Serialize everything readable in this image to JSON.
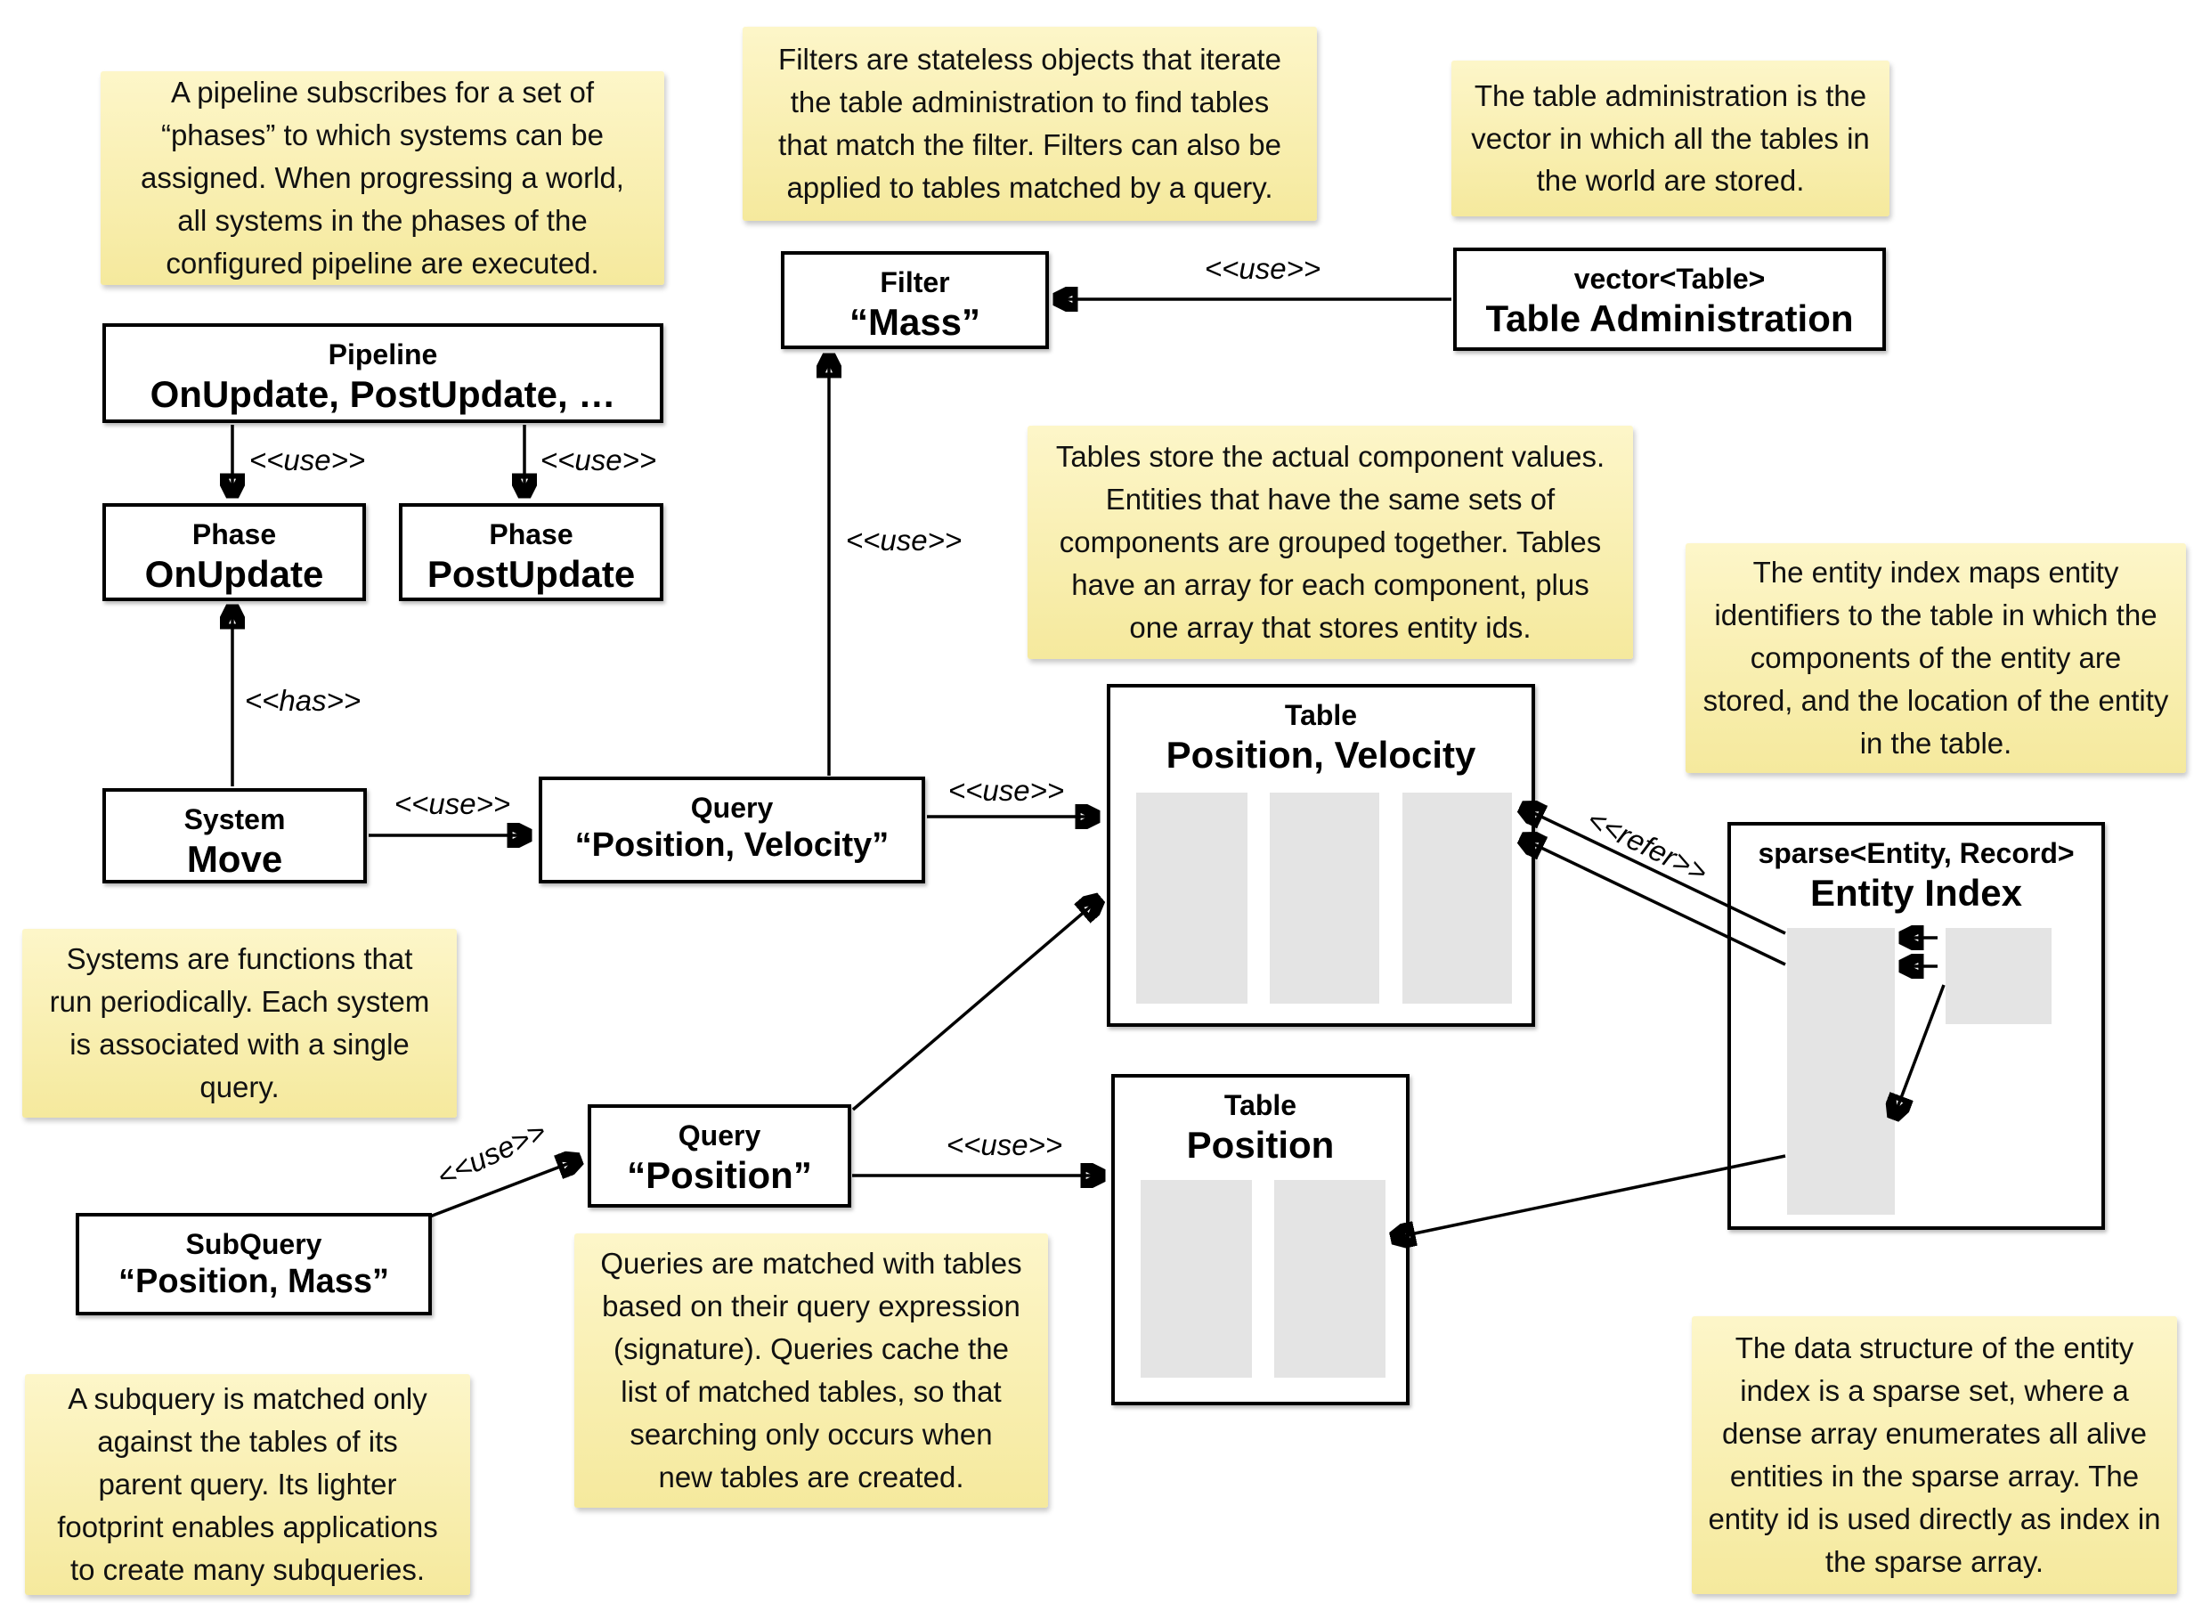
{
  "colors": {
    "background": "#ffffff",
    "note_bg_top": "#fdf6c9",
    "note_bg_bottom": "#f5e99d",
    "box_border": "#000000",
    "array_bar_fill": "#e4e4e4"
  },
  "notes": {
    "pipeline": "A pipeline subscribes for a set of\n“phases” to which systems can be\nassigned. When progressing a world,\nall systems in the phases of the\nconfigured pipeline are executed.",
    "filters": "Filters are stateless objects that iterate\nthe table administration to find tables\nthat match the filter. Filters can also be\napplied to tables matched by a query.",
    "table_admin": "The table administration is the\nvector in which all the tables in\nthe world are stored.",
    "tables": "Tables store the actual component values.\nEntities that have the same sets of\ncomponents are grouped together. Tables\nhave an array for each component, plus\none array that stores entity ids.",
    "entity_index": "The entity index maps entity\nidentifiers to the table in which the\ncomponents of the entity are\nstored, and the location of the entity\nin the table.",
    "systems": "Systems are functions that\nrun periodically. Each system\nis associated with a single\nquery.",
    "queries": "Queries are matched with tables\nbased on their query expression\n(signature). Queries cache the\nlist of matched tables, so that\nsearching only occurs when\nnew tables are created.",
    "subquery": "A subquery is matched only\nagainst the tables of its\nparent query. Its lighter\nfootprint enables applications\nto create many subqueries.",
    "sparse_set": "The data structure of the entity\nindex is a sparse set, where a\ndense array enumerates all alive\nentities in the sparse array. The\nentity id is used directly as index in\nthe sparse array."
  },
  "boxes": {
    "pipeline": {
      "title": "Pipeline",
      "name": "OnUpdate, PostUpdate, …"
    },
    "phase_onupdate": {
      "title": "Phase",
      "name": "OnUpdate"
    },
    "phase_postupdate": {
      "title": "Phase",
      "name": "PostUpdate"
    },
    "system_move": {
      "title": "System",
      "name": "Move"
    },
    "query_pv": {
      "title": "Query",
      "name": "“Position, Velocity”"
    },
    "filter_mass": {
      "title": "Filter",
      "name": "“Mass”"
    },
    "table_admin": {
      "title": "vector<Table>",
      "name": "Table Administration"
    },
    "table_pv": {
      "title": "Table",
      "name": "Position, Velocity"
    },
    "table_pos": {
      "title": "Table",
      "name": "Position"
    },
    "entity_index": {
      "title": "sparse<Entity, Record>",
      "name": "Entity Index"
    },
    "subquery": {
      "title": "SubQuery",
      "name": "“Position, Mass”"
    },
    "query_pos": {
      "title": "Query",
      "name": "“Position”"
    }
  },
  "labels": {
    "pipeline_onupdate": "<<use>>",
    "pipeline_postupdate": "<<use>>",
    "system_phase": "<<has>>",
    "system_query": "<<use>>",
    "query_filter": "<<use>>",
    "tableadmin_filter": "<<use>>",
    "query_tablepv": "<<use>>",
    "subquery_query": "<<use>>",
    "querypos_tablepos": "<<use>>",
    "entityindex_refer": "<<refer>>"
  }
}
